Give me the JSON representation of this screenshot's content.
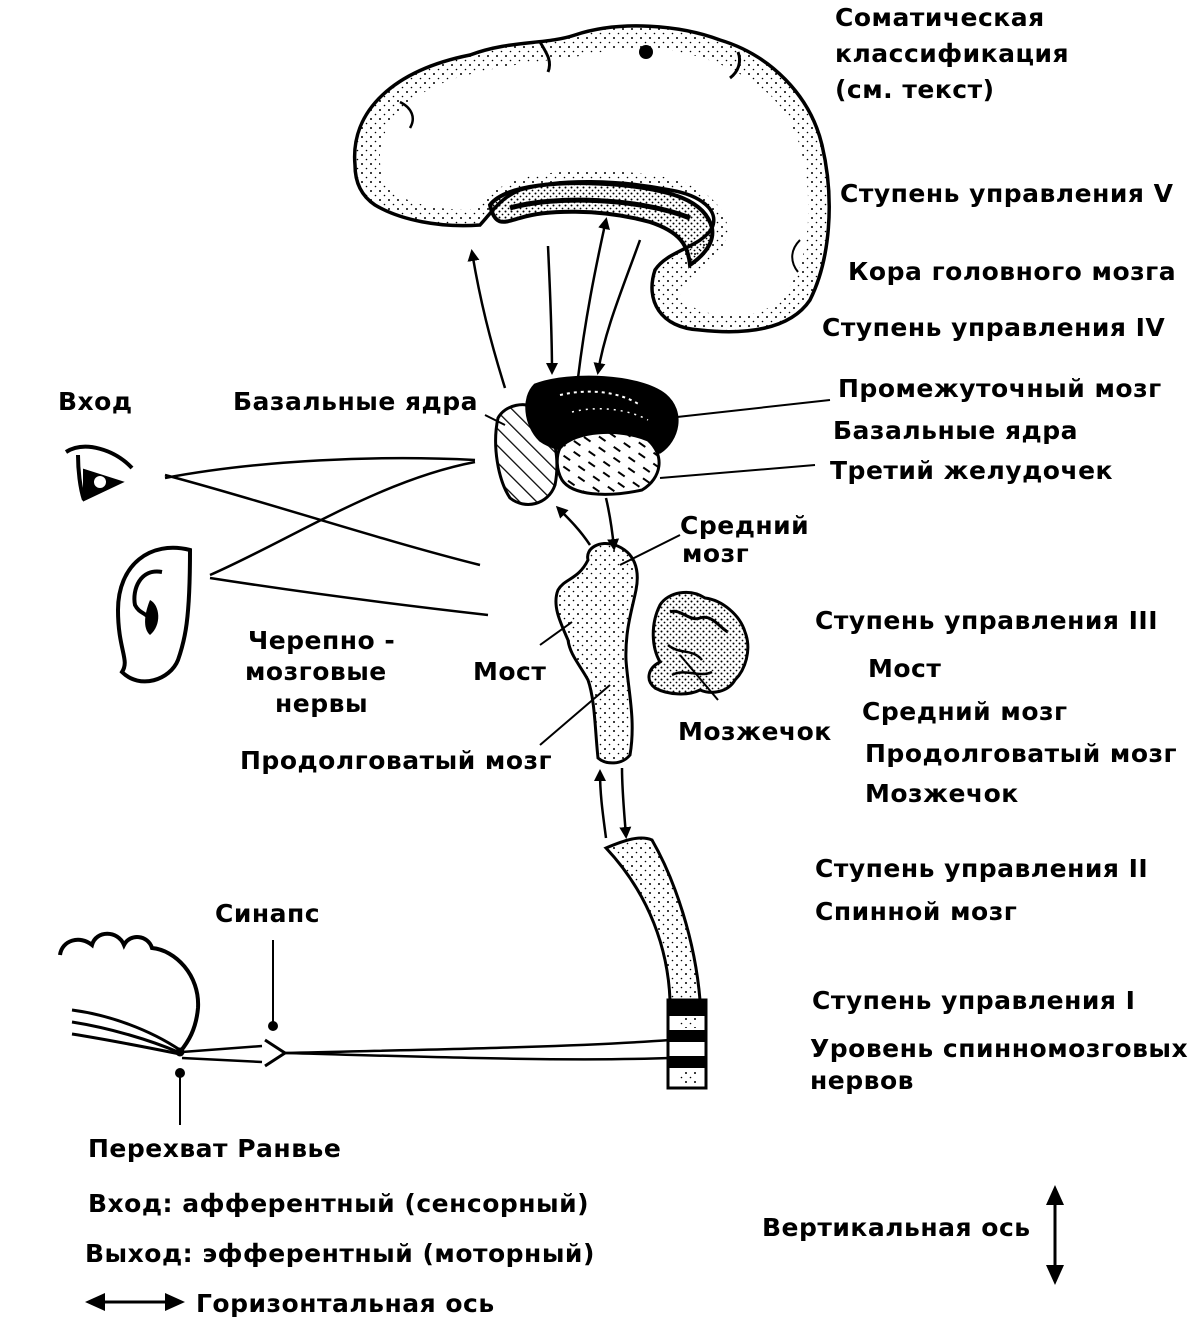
{
  "labels": {
    "somatic_1": "Соматическая",
    "somatic_2": "классификация",
    "somatic_3": "(см. текст)",
    "level_v": "Ступень управления V",
    "cortex": "Кора головного мозга",
    "level_iv": "Ступень управления IV",
    "input": "Вход",
    "basal_left": "Базальные ядра",
    "diencephalon": "Промежуточный мозг",
    "basal_right": "Базальные ядра",
    "third_ventricle": "Третий желудочек",
    "midbrain_1": "Средний",
    "midbrain_2": "мозг",
    "cranial_1": "Черепно -",
    "cranial_2": "мозговые",
    "cranial_3": "нервы",
    "pons": "Мост",
    "medulla": "Продолговатый мозг",
    "cerebellum": "Мозжечок",
    "level_iii": "Ступень управления III",
    "l3_pons": "Мост",
    "l3_midbrain": "Средний мозг",
    "l3_medulla": "Продолговатый мозг",
    "l3_cerebellum": "Мозжечок",
    "level_ii": "Ступень управления II",
    "spinal_cord": "Спинной мозг",
    "synapse": "Синапс",
    "level_i": "Ступень управления I",
    "spinal_nerves_1": "Уровень спинномозговых",
    "spinal_nerves_2": "нервов",
    "ranvier": "Перехват Ранвье",
    "input_afferent": "Вход: афферентный (сенсорный)",
    "output_efferent": "Выход: эфферентный (моторный)",
    "vertical_axis": "Вертикальная ось",
    "horizontal_axis": "Горизонтальная ось"
  }
}
